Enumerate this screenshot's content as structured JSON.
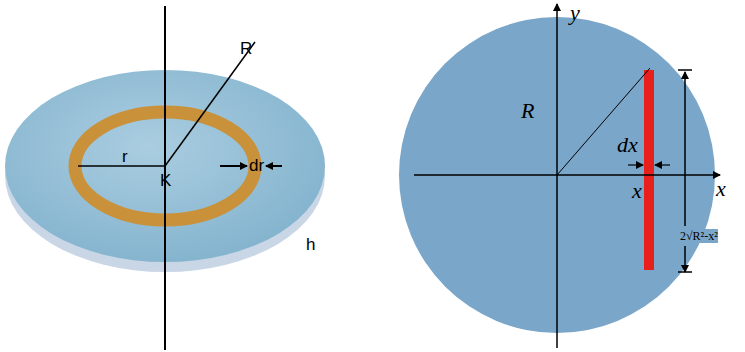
{
  "diagram": {
    "labels": [
      "R",
      "r",
      "K",
      "dr",
      "h",
      "y",
      "x",
      "R",
      "dx",
      "x",
      "2√R²-x²"
    ]
  }
}
